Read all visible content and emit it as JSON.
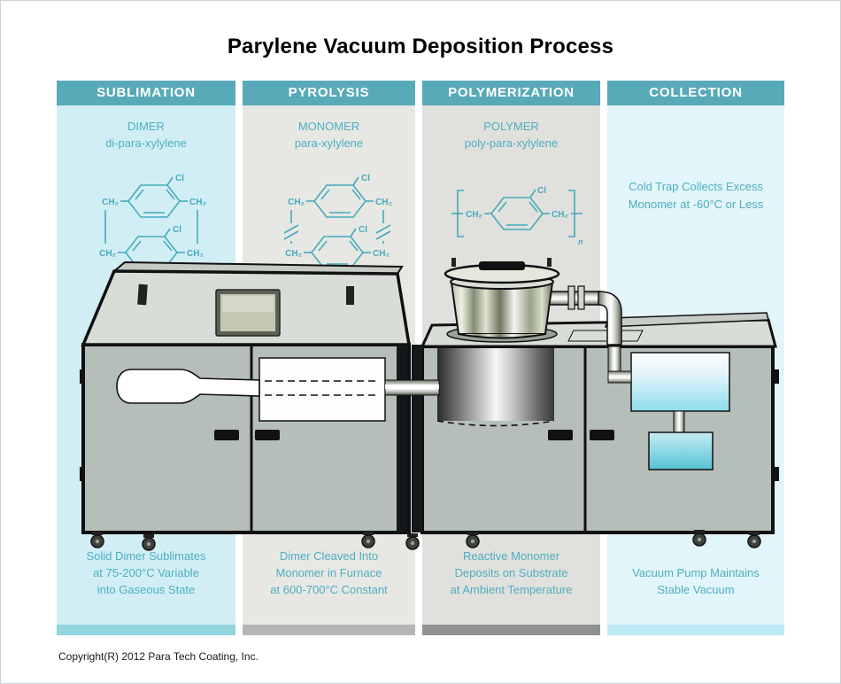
{
  "title": "Parylene Vacuum Deposition Process",
  "copyright": "Copyright(R) 2012 Para Tech Coating, Inc.",
  "chem": {
    "cl": "Cl",
    "ch2": "CH₂",
    "n": "n"
  },
  "columns": [
    {
      "header": "SUBLIMATION",
      "name": "DIMER",
      "formula": "di-para-xylylene",
      "desc": [
        "Solid Dimer Sublimates",
        "at 75-200°C Variable",
        "into Gaseous State"
      ]
    },
    {
      "header": "PYROLYSIS",
      "name": "MONOMER",
      "formula": "para-xylylene",
      "desc": [
        "Dimer Cleaved Into",
        "Monomer in Furnace",
        "at 600-700°C Constant"
      ]
    },
    {
      "header": "POLYMERIZATION",
      "name": "POLYMER",
      "formula": "poly-para-xylylene",
      "desc": [
        "Reactive Monomer",
        "Deposits on Substrate",
        "at Ambient Temperature"
      ]
    },
    {
      "header": "COLLECTION",
      "note": [
        "Cold Trap Collects Excess",
        "Monomer at -60°C or Less"
      ],
      "desc": [
        "Vacuum Pump Maintains",
        "Stable Vacuum"
      ]
    }
  ],
  "colors": {
    "header_teal": "#58aab8",
    "accent_teal": "#46aabb",
    "col1_bg": "#d2eef5",
    "col2_bg": "#e7e7e4",
    "col3_bg": "#e0e0dd",
    "col4_bg": "#e2f5fa",
    "strip1": "#92d5dd",
    "strip2": "#b4b6b3",
    "strip3": "#909292",
    "strip4": "#bce9f3"
  }
}
